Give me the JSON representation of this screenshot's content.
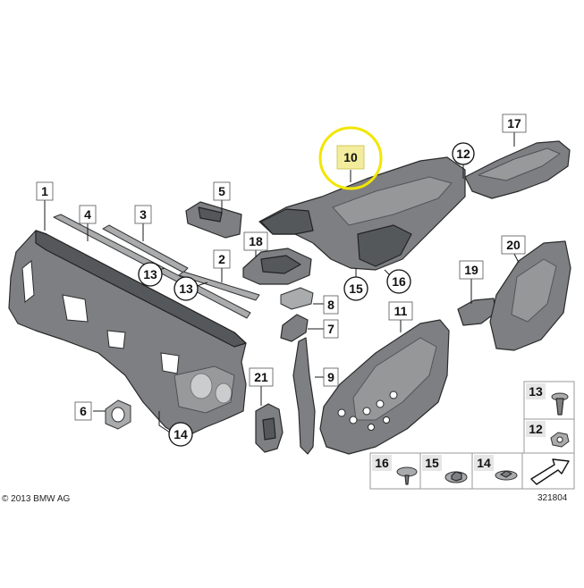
{
  "copyright": "© 2013 BMW AG",
  "diagram_number": "321804",
  "highlighted_callout": "10",
  "colors": {
    "highlight_ring": "#f2e600",
    "highlight_fill": "#f3ec9d",
    "part": "#7d7f82"
  },
  "callouts": {
    "c1": "1",
    "c2": "2",
    "c3": "3",
    "c4": "4",
    "c5": "5",
    "c6": "6",
    "c7": "7",
    "c8": "8",
    "c9": "9",
    "c10": "10",
    "c11": "11",
    "c12": "12",
    "c13a": "13",
    "c13b": "13",
    "c14": "14",
    "c15": "15",
    "c16": "16",
    "c17": "17",
    "c18": "18",
    "c19": "19",
    "c20": "20",
    "c21": "21"
  },
  "legend": {
    "l13": "13",
    "l12": "12",
    "l16": "16",
    "l15": "15",
    "l14": "14"
  }
}
